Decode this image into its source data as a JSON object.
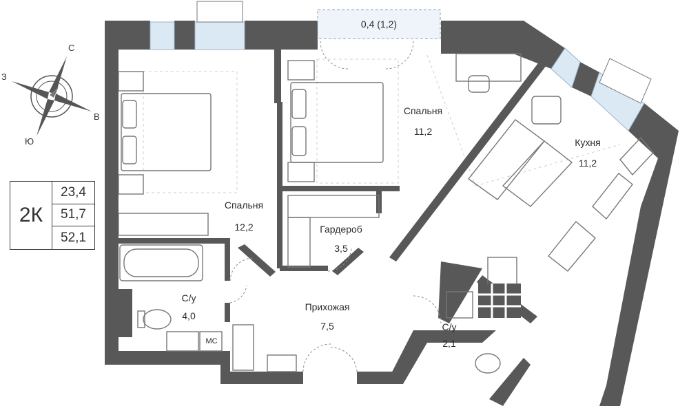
{
  "apartment": {
    "type": "2К",
    "areas": [
      "23,4",
      "51,7",
      "52,1"
    ]
  },
  "balcony": {
    "label": "0,4 (1,2)"
  },
  "compass": {
    "n": "С",
    "s": "Ю",
    "e": "В",
    "w": "З"
  },
  "rooms": [
    {
      "name": "Спальня",
      "area": "12,2"
    },
    {
      "name": "Спальня",
      "area": "11,2"
    },
    {
      "name": "Кухня",
      "area": "11,2"
    },
    {
      "name": "Гардероб",
      "area": "3,5"
    },
    {
      "name": "С/у",
      "area": "4,0"
    },
    {
      "name": "Прихожая",
      "area": "7,5"
    },
    {
      "name": "С/у",
      "area": "2,1"
    }
  ],
  "fixtures": {
    "mc": "МС"
  },
  "colors": {
    "wall": "#585858",
    "window": "#dbe9f4",
    "furniture": "#777777",
    "dashed": "#c9c9c9"
  }
}
